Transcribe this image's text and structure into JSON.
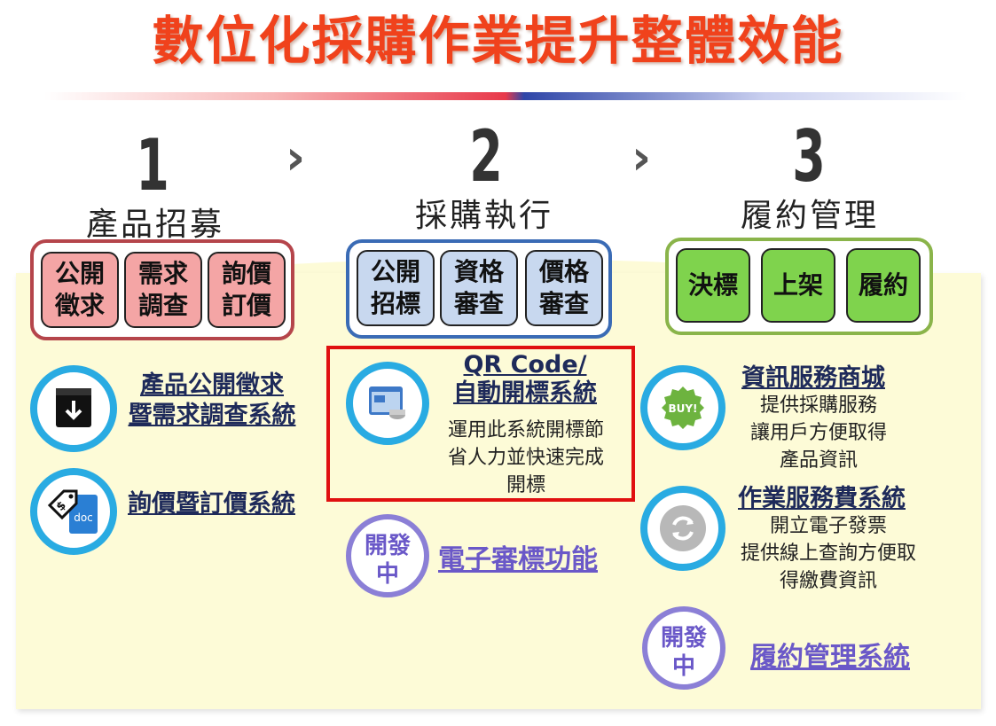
{
  "title": "數位化採購作業提升整體效能",
  "steps": [
    {
      "number": "1",
      "name": "產品招募",
      "items": [
        "公開\n徵求",
        "需求\n調查",
        "詢價\n訂價"
      ]
    },
    {
      "number": "2",
      "name": "採購執行",
      "items": [
        "公開\n招標",
        "資格\n審查",
        "價格\n審查"
      ]
    },
    {
      "number": "3",
      "name": "履約管理",
      "items": [
        "決標",
        "上架",
        "履約"
      ]
    }
  ],
  "chevron": "›",
  "col1": {
    "sys1": "產品公開徵求\n暨需求調查系統",
    "sys2": "詢價暨訂價系統",
    "doc_label": "doc"
  },
  "col2": {
    "qr_title": "QR Code/\n自動開標系統",
    "qr_desc": "運用此系統開標節\n省人力並快速完成\n開標",
    "dev_badge": "開發\n中",
    "sys2": "電子審標功能"
  },
  "col3": {
    "mall_title": "資訊服務商城",
    "mall_desc": "提供採購服務\n讓用戶方便取得\n產品資訊",
    "buy_label": "BUY!",
    "fee_title": "作業服務費系統",
    "fee_desc": "開立電子發票\n提供線上查詢方便取\n得繳費資訊",
    "dev_badge": "開發\n中",
    "sys3": "履約管理系統"
  },
  "colors": {
    "title": "#f0421c",
    "red_group": "#b5454b",
    "blue_group": "#3a6bb5",
    "green_group": "#8ab44a",
    "highlight": "#e01010"
  }
}
